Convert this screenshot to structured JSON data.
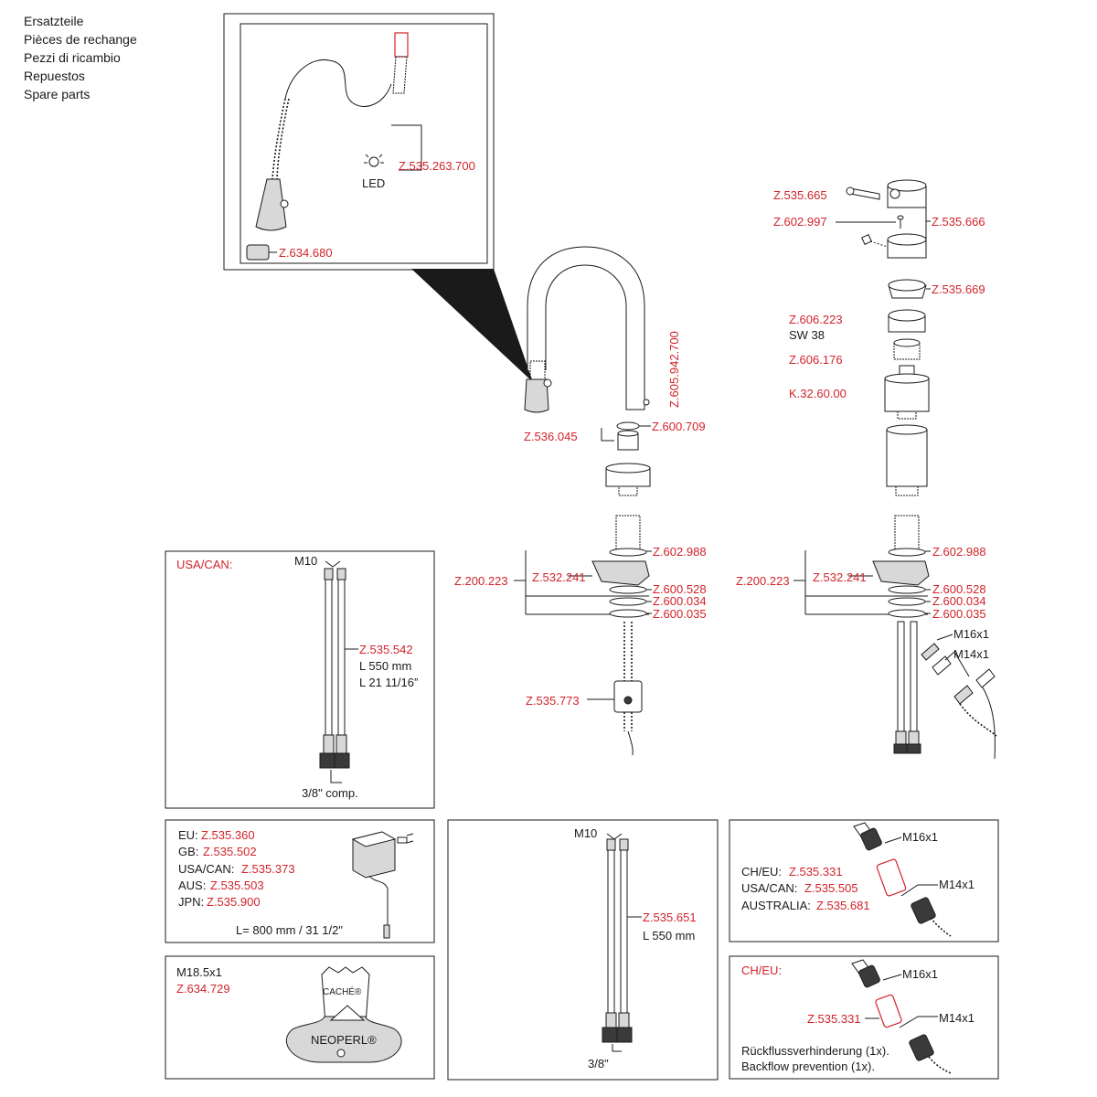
{
  "header": {
    "lines": [
      "Ersatzteile",
      "Pièces de rechange",
      "Pezzi di ricambio",
      "Repuestos",
      "Spare parts"
    ]
  },
  "colors": {
    "part_number": "#d2232a",
    "line": "#1a1a1a"
  },
  "icons": [
    "bulb-icon",
    "faucet-icon",
    "handle-icon",
    "cartridge-icon",
    "hose-icon",
    "transformer-icon",
    "aerator-key-icon"
  ],
  "spray_box": {
    "led_part": "Z.535.263.700",
    "led_label": "LED",
    "aerator": "Z.634.680"
  },
  "faucet": {
    "screw": "Z.605.942.700",
    "bush": "Z.536.045",
    "oring": "Z.600.709",
    "washer_top": "Z.602.988",
    "assembly": "Z.200.223",
    "bracket": "Z.532.241",
    "washer_1": "Z.600.528",
    "washer_2": "Z.600.034",
    "washer_3": "Z.600.035",
    "weight": "Z.535.773"
  },
  "handle": {
    "lever": "Z.535.665",
    "handle_body": "Z.535.666",
    "screw": "Z.602.997",
    "cap": "Z.535.669",
    "nut": "Z.606.223",
    "nut_size": "SW 38",
    "ring": "Z.606.176",
    "cartridge": "K.32.60.00",
    "washer_top": "Z.602.988",
    "assembly": "Z.200.223",
    "bracket": "Z.532.241",
    "washer_1": "Z.600.528",
    "washer_2": "Z.600.034",
    "washer_3": "Z.600.035",
    "thread_1": "M16x1",
    "thread_2": "M14x1"
  },
  "usa_box": {
    "title": "USA/CAN:",
    "thread": "M10",
    "part": "Z.535.542",
    "length_mm": "L 550 mm",
    "length_in": "L 21 11/16”",
    "connection": "3/8\" comp."
  },
  "power_box": {
    "rows": [
      {
        "region": "EU:",
        "part": "Z.535.360"
      },
      {
        "region": "GB:",
        "part": "Z.535.502"
      },
      {
        "region": "USA/CAN:",
        "part": "Z.535.373"
      },
      {
        "region": "AUS:",
        "part": "Z.535.503"
      },
      {
        "region": "JPN:",
        "part": "Z.535.900"
      }
    ],
    "cable_length": "L=  800 mm / 31 1/2\""
  },
  "key_box": {
    "thread": "M18.5x1",
    "part": "Z.634.729",
    "brand_top": "CACHÉ®",
    "brand_bottom": "NEOPERL®"
  },
  "hose_box": {
    "thread": "M10",
    "part": "Z.535.651",
    "length_mm": "L 550 mm",
    "connection": "3/8\""
  },
  "check_box": {
    "thread_1": "M16x1",
    "thread_2": "M14x1",
    "rows": [
      {
        "region": "CH/EU:",
        "part": "Z.535.331"
      },
      {
        "region": "USA/CAN:",
        "part": "Z.535.505"
      },
      {
        "region": "AUSTRALIA:",
        "part": "Z.535.681"
      }
    ]
  },
  "backflow_box": {
    "title": "CH/EU:",
    "thread_1": "M16x1",
    "thread_2": "M14x1",
    "part": "Z.535.331",
    "note_de": "Rückflussverhinderung (1x).",
    "note_en": "Backflow prevention (1x)."
  }
}
